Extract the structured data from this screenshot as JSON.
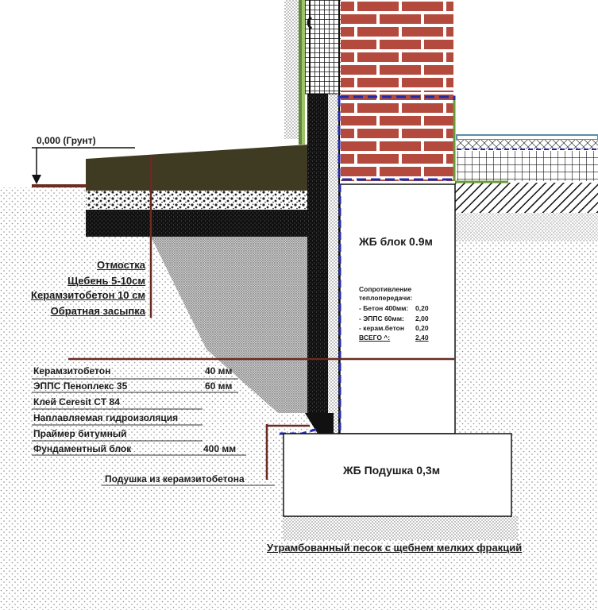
{
  "colors": {
    "brick": "#b44a3e",
    "mortar": "#ffffff",
    "leader": "#6b2b22",
    "otmostka": "#3f3a22",
    "blue_dash": "#1f2aa8",
    "green": "#6a9a3a",
    "ground_dots": "#777777"
  },
  "level_label": "0,000 (Грунт)",
  "left_labels": {
    "otmostka": "Отмостка",
    "sheben": "Щебень 5-10см",
    "keramzitobeton": "Керамзитобетон 10 см",
    "zasypka": "Обратная засыпка"
  },
  "layers": {
    "r1_name": "Керамзитобетон",
    "r1_value": "40 мм",
    "r2_name": "ЭППС Пеноплекс 35",
    "r2_value": "60 мм",
    "r3_name": "Клей Ceresit CT 84",
    "r4_name": "Наплавляемая гидроизоляция",
    "r5_name": "Праймер битумный",
    "r6_name": "Фундаментный блок",
    "r6_value": "400 мм"
  },
  "podushka_label": "Подушка из керамзитобетона",
  "block_label": "ЖБ блок 0.9м",
  "resistance": {
    "title_1": "Сопротивление",
    "title_2": "теплопередачи:",
    "r1_name": "- Бетон 400мм:",
    "r1_value": "0,20",
    "r2_name": "- ЭППС  60мм:",
    "r2_value": "2,00",
    "r3_name": "- керам.бетон",
    "r3_value": "0,20",
    "total_name": "ВСЕГО ^:",
    "total_value": "2,40"
  },
  "pad_label": "ЖБ Подушка 0,3м",
  "sand_label": "Утрамбованный песок с щебнем мелких фракций"
}
